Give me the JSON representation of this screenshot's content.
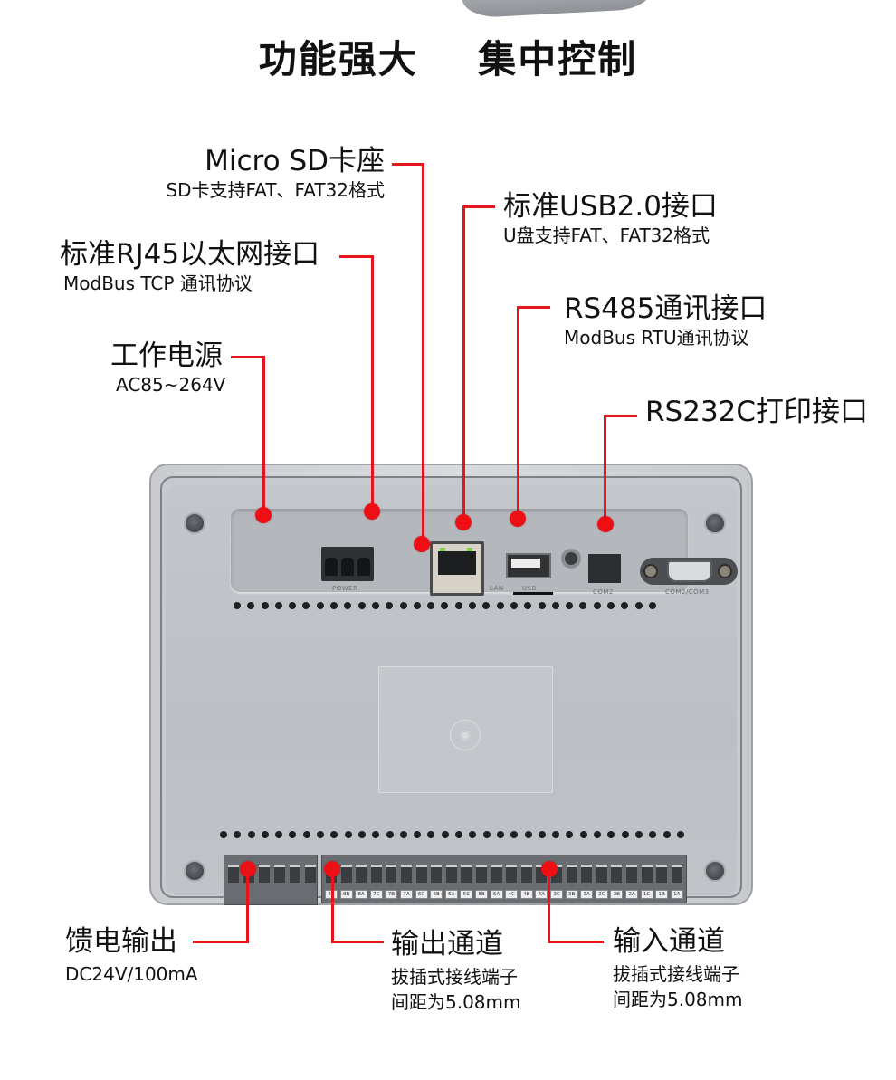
{
  "headline": "功能强大    集中控制",
  "callouts": {
    "micro_sd": {
      "title": "Micro SD卡座",
      "subtitle": "SD卡支持FAT、FAT32格式"
    },
    "rj45": {
      "title": "标准RJ45以太网接口",
      "subtitle": "ModBus TCP 通讯协议"
    },
    "power": {
      "title": "工作电源",
      "subtitle": "AC85~264V"
    },
    "usb": {
      "title": "标准USB2.0接口",
      "subtitle": "U盘支持FAT、FAT32格式"
    },
    "rs485": {
      "title": "RS485通讯接口",
      "subtitle": "ModBus RTU通讯协议"
    },
    "rs232": {
      "title": "RS232C打印接口"
    },
    "feed_output": {
      "title": "馈电输出",
      "subtitle": "DC24V/100mA"
    },
    "output_channel": {
      "title": "输出通道",
      "subtitle1": "拔插式接线端子",
      "subtitle2": "间距为5.08mm"
    },
    "input_channel": {
      "title": "输入通道",
      "subtitle1": "拔插式接线端子",
      "subtitle2": "间距为5.08mm"
    }
  },
  "device": {
    "port_labels": {
      "power": "POWER",
      "lan": "LAN",
      "usb": "USB",
      "com2": "COM2",
      "com2_com3": "COM2/COM3"
    },
    "terminal_tags": [
      "8C",
      "8B",
      "8A",
      "7C",
      "7B",
      "7A",
      "6C",
      "6B",
      "6A",
      "5C",
      "5B",
      "5A",
      "4C",
      "4B",
      "4A",
      "3C",
      "3B",
      "3A",
      "2C",
      "2B",
      "2A",
      "1C",
      "1B",
      "1A"
    ],
    "logo_icon": "brand-logo-icon",
    "accent_color": "#e8141c"
  }
}
